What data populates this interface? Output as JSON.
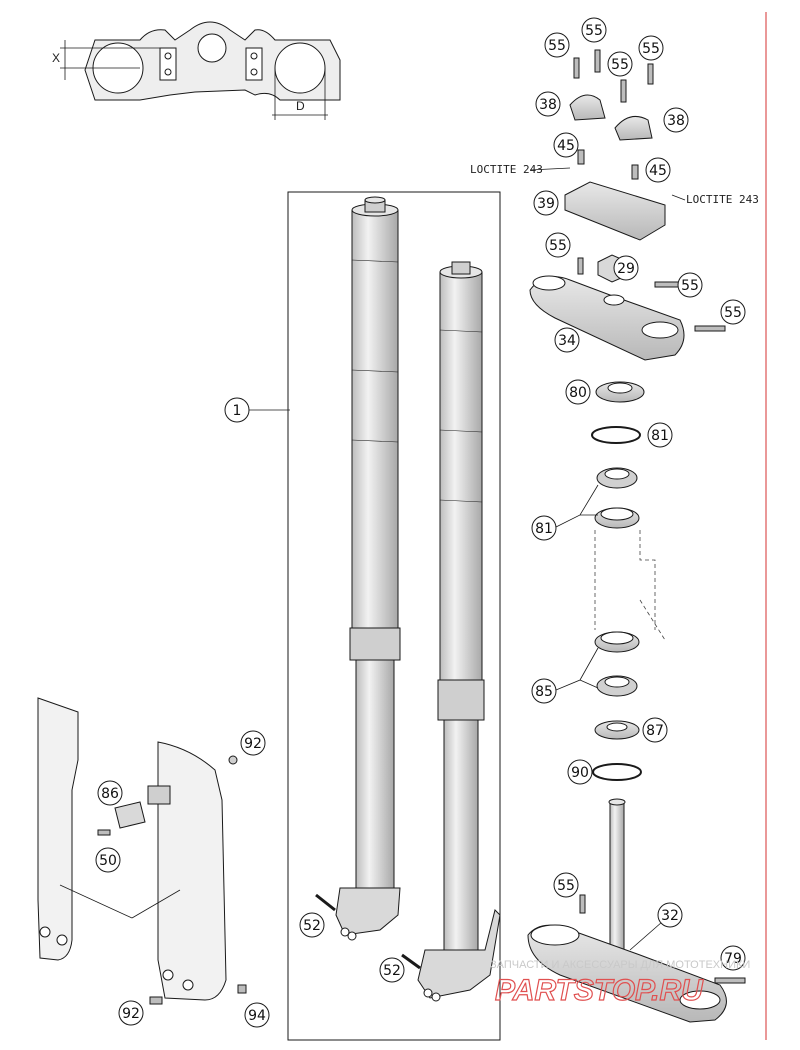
{
  "callouts": [
    {
      "label": "1"
    },
    {
      "label": "29"
    },
    {
      "label": "32"
    },
    {
      "label": "34"
    },
    {
      "label": "38"
    },
    {
      "label": "38"
    },
    {
      "label": "39"
    },
    {
      "label": "45"
    },
    {
      "label": "45"
    },
    {
      "label": "50"
    },
    {
      "label": "52"
    },
    {
      "label": "52"
    },
    {
      "label": "55"
    },
    {
      "label": "55"
    },
    {
      "label": "55"
    },
    {
      "label": "55"
    },
    {
      "label": "55"
    },
    {
      "label": "55"
    },
    {
      "label": "55"
    },
    {
      "label": "55"
    },
    {
      "label": "79"
    },
    {
      "label": "80"
    },
    {
      "label": "81"
    },
    {
      "label": "81"
    },
    {
      "label": "85"
    },
    {
      "label": "86"
    },
    {
      "label": "87"
    },
    {
      "label": "90"
    },
    {
      "label": "92"
    },
    {
      "label": "92"
    },
    {
      "label": "94"
    }
  ],
  "annotations": {
    "loctite_left": "LOCTITE 243",
    "loctite_right": "LOCTITE 243",
    "dim_x": "X",
    "dim_d": "D"
  },
  "watermark": {
    "subtitle": "ЗАПЧАСТИ И АКСЕССУАРЫ ДЛЯ МОТОТЕХНИКИ",
    "brand": "PARTSTOP.RU"
  },
  "colors": {
    "line": "#1a1a1a",
    "part_fill": "#d9d9d9",
    "part_light": "#eeeeee",
    "border_red": "#d63030",
    "watermark_red": "#e05050"
  }
}
